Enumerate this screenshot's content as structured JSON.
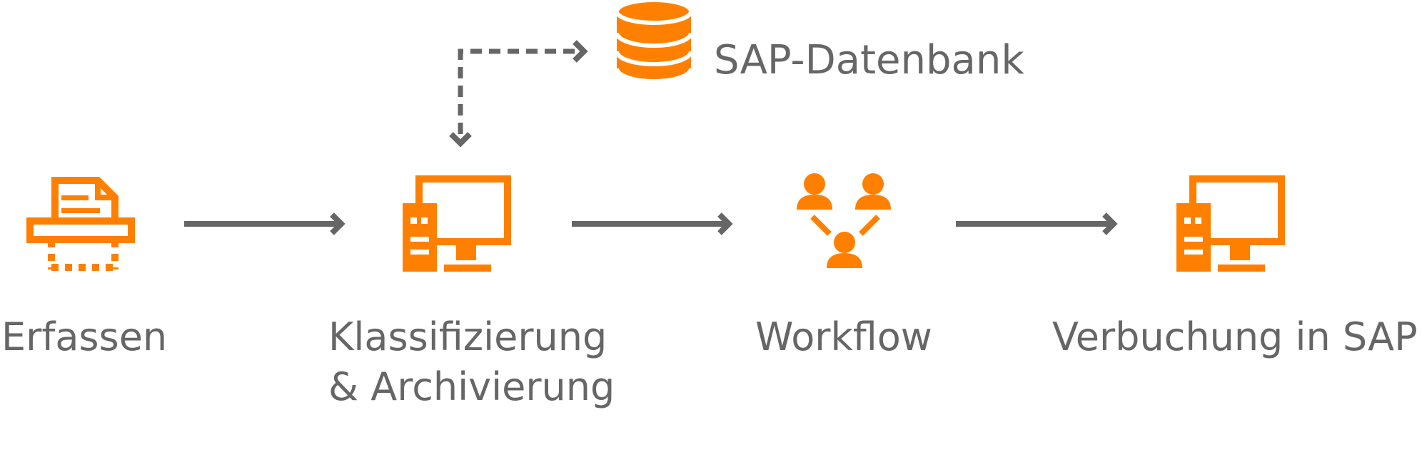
{
  "colors": {
    "accent": "#FF8000",
    "arrow": "#666666",
    "text": "#666666",
    "background": "#FFFFFF"
  },
  "database": {
    "label": "SAP-Datenbank",
    "icon": "database-icon"
  },
  "steps": [
    {
      "label_lines": [
        "Erfassen"
      ],
      "icon": "scanner-icon"
    },
    {
      "label_lines": [
        "Klassifizierung",
        "& Archivierung"
      ],
      "icon": "computer-server-icon"
    },
    {
      "label_lines": [
        "Workflow"
      ],
      "icon": "people-workflow-icon"
    },
    {
      "label_lines": [
        "Verbuchung in SAP"
      ],
      "icon": "computer-server-icon"
    }
  ]
}
